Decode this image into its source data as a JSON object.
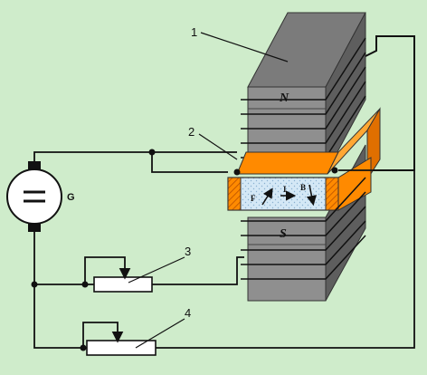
{
  "labels": {
    "part1": "1",
    "part2": "2",
    "part3": "3",
    "part4": "4",
    "north_pole": "N",
    "south_pole": "S",
    "generator": "G",
    "force": "F",
    "current": "I",
    "field": "B"
  },
  "colors": {
    "background": "#cfeccb",
    "magnet_front": "#8f8f8f",
    "magnet_top": "#7b7b7b",
    "magnet_side": "#5e5e5e",
    "electrode": "#ff8a00",
    "channel_fluid": "#d4e8f6",
    "wire": "#111111"
  }
}
